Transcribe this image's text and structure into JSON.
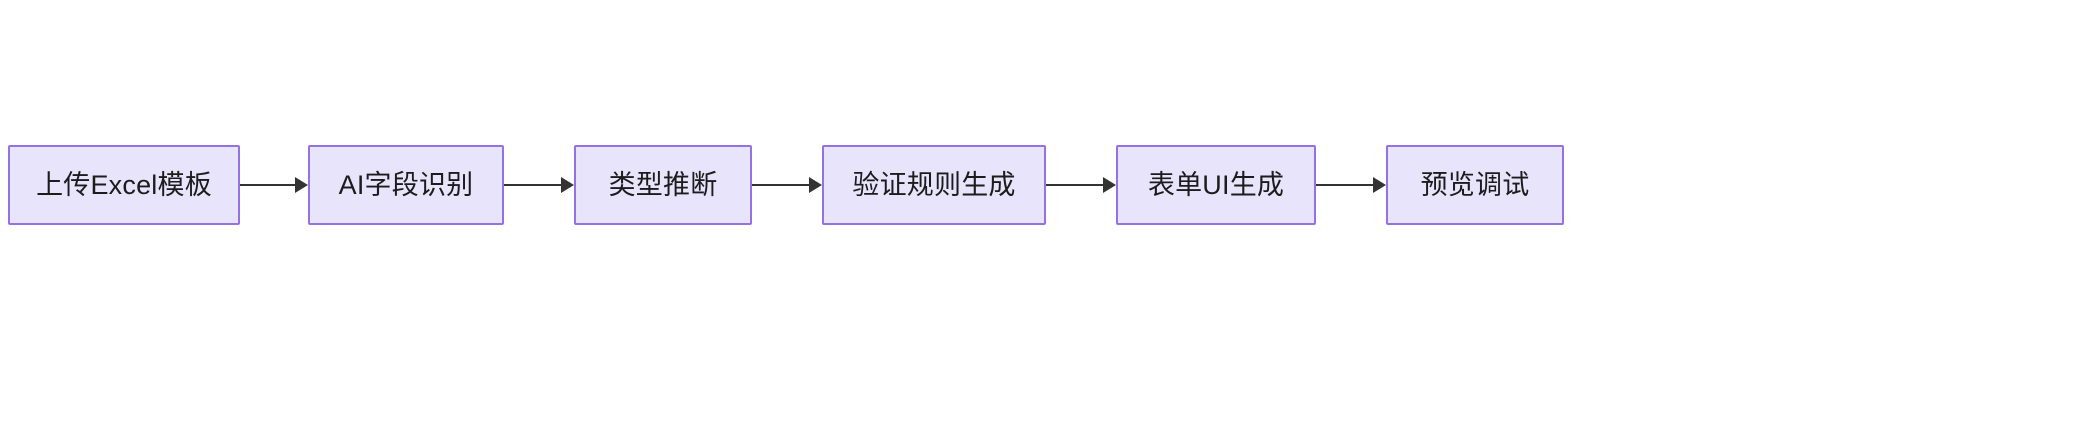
{
  "diagram": {
    "type": "flowchart",
    "direction": "left-to-right",
    "title": "",
    "colors": {
      "node_fill": "#e8e4fb",
      "node_border": "#9572e3",
      "node_text": "#1c1c1c",
      "arrow": "#333333",
      "background": "#ffffff"
    },
    "nodes": [
      {
        "id": "step-1",
        "label": "上传Excel模板"
      },
      {
        "id": "step-2",
        "label": "AI字段识别"
      },
      {
        "id": "step-3",
        "label": "类型推断"
      },
      {
        "id": "step-4",
        "label": "验证规则生成"
      },
      {
        "id": "step-5",
        "label": "表单UI生成"
      },
      {
        "id": "step-6",
        "label": "预览调试"
      }
    ],
    "edges": [
      {
        "from": "step-1",
        "to": "step-2",
        "label": "",
        "arrow": "arrow-right-icon"
      },
      {
        "from": "step-2",
        "to": "step-3",
        "label": "",
        "arrow": "arrow-right-icon"
      },
      {
        "from": "step-3",
        "to": "step-4",
        "label": "",
        "arrow": "arrow-right-icon"
      },
      {
        "from": "step-4",
        "to": "step-5",
        "label": "",
        "arrow": "arrow-right-icon"
      },
      {
        "from": "step-5",
        "to": "step-6",
        "label": "",
        "arrow": "arrow-right-icon"
      }
    ]
  }
}
